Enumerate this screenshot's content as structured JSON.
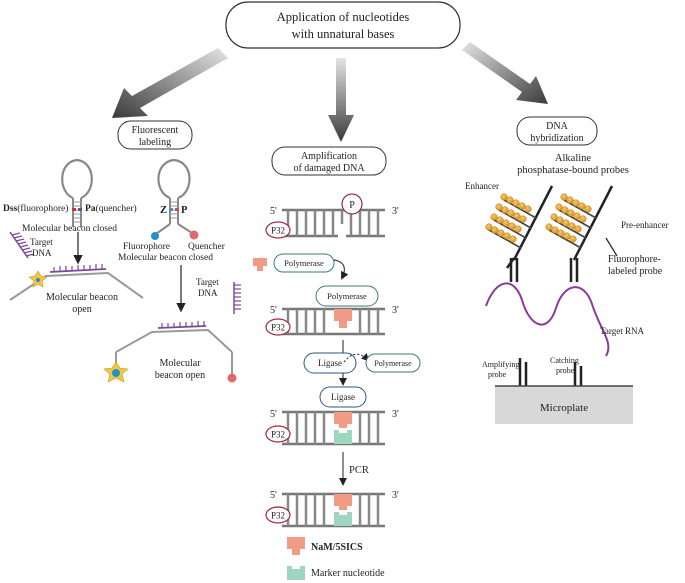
{
  "header": {
    "title_line1": "Application of nucleotides",
    "title_line2": "with unnatural bases"
  },
  "left": {
    "box_line1": "Fluorescent",
    "box_line2": "labeling",
    "dss": "Dss",
    "dss_rest": "(fluorophore)",
    "pa": "Pa",
    "pa_rest": "(quencher)",
    "beacon_closed": "Molecular beacon closed",
    "target_l1": "Target",
    "target_l2": "DNA",
    "beacon_open_l1": "Molecular beacon",
    "beacon_open_l2": "open",
    "z": "Z",
    "p": "P",
    "fluorophore": "Fluorophore",
    "quencher": "Quencher",
    "beacon_closed2": "Molecular beacon closed",
    "target2_l1": "Target",
    "target2_l2": "DNA",
    "beacon_open2_l1": "Molecular",
    "beacon_open2_l2": "beacon open"
  },
  "middle": {
    "box_line1": "Amplification",
    "box_line2": "of damaged DNA",
    "five": "5'",
    "three": "3'",
    "p32": "P32",
    "p_marker": "P",
    "polymerase": "Polymerase",
    "ligase": "Ligase",
    "pcr": "PCR",
    "legend_nam": "NaM/5SICS",
    "legend_marker": "Marker nucleotide"
  },
  "right": {
    "box_line1": "DNA",
    "box_line2": "hybridization",
    "alk_l1": "Alkaline",
    "alk_l2": "phosphatase-bound probes",
    "enhancer": "Enhancer",
    "pre_enhancer": "Pre-enhancer",
    "fluor_l1": "Fluorophore-",
    "fluor_l2": "labeled probe",
    "target_rna": "Target RNA",
    "amp_l1": "Amplifying",
    "amp_l2": "probe",
    "catch_l1": "Catching",
    "catch_l2": "probe",
    "microplate": "Microplate"
  }
}
